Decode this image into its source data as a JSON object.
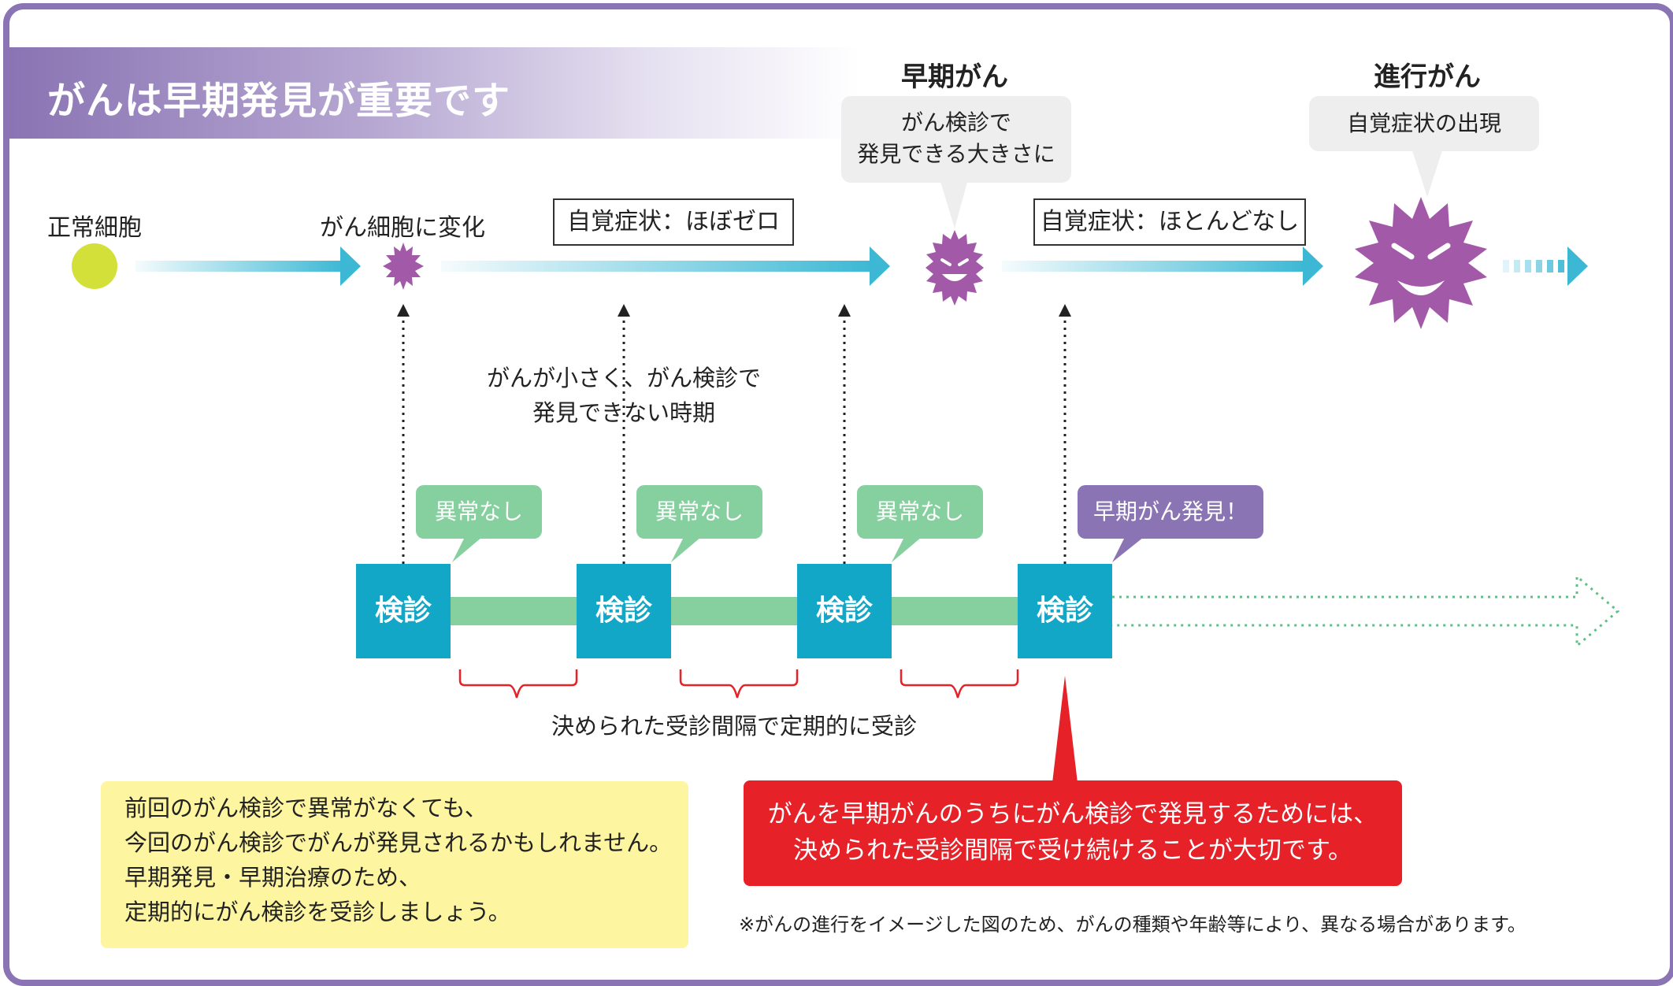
{
  "title": "がんは早期発見が重要です",
  "stages": {
    "normal_cell": "正常細胞",
    "cancer_change": "がん細胞に変化",
    "early_cancer": "早期がん",
    "advanced_cancer": "進行がん"
  },
  "bubbles": {
    "early_line1": "がん検診で",
    "early_line2": "発見できる大きさに",
    "advanced": "自覚症状の出現"
  },
  "symptom_boxes": {
    "first": "自覚症状：ほぼゼロ",
    "second": "自覚症状：ほとんどなし"
  },
  "undetectable_period": {
    "line1": "がんが小さく、がん検診で",
    "line2": "発見できない時期"
  },
  "exams": [
    "検診",
    "検診",
    "検診",
    "検診"
  ],
  "results": [
    "異常なし",
    "異常なし",
    "異常なし",
    "早期がん発見！"
  ],
  "interval_label": "決められた受診間隔で定期的に受診",
  "yellow_note": [
    "前回のがん検診で異常がなくても、",
    "今回のがん検診でがんが発見されるかもしれません。",
    "早期発見・早期治療のため、",
    "定期的にがん検診を受診しましょう。"
  ],
  "red_note": [
    "がんを早期がんのうちにがん検診で発見するためには、",
    "決められた受診間隔で受け続けることが大切です。"
  ],
  "footnote": "※がんの進行をイメージした図のため、がんの種類や年齢等により、異なる場合があります。",
  "colors": {
    "frame_purple": "#8a74b3",
    "cell_yellow_green": "#d4e03a",
    "cancer_purple": "#a259a8",
    "arrow_cyan": "#3cb8d4",
    "exam_blue": "#12a7c7",
    "timeline_green": "#86cf9e",
    "alert_red": "#e62128",
    "note_yellow": "#fdf5a0"
  }
}
